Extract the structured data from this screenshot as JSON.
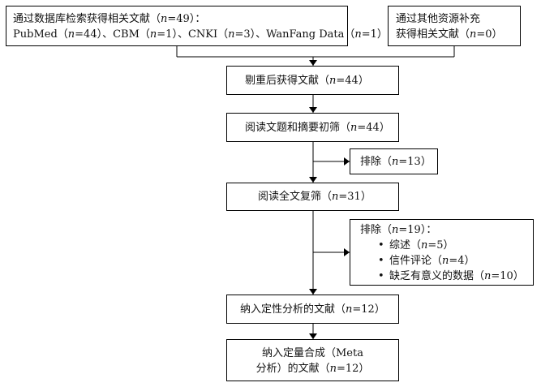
{
  "db_search": {
    "line1": [
      "通过数据库检索获得相关文献（",
      "n",
      "=49）："
    ],
    "line2": [
      "PubMed（",
      "n",
      "=44）、CBM（",
      "n",
      "=1）、CNKI（",
      "n",
      "=3）、WanFang Data（",
      "n",
      "=1）"
    ]
  },
  "other_sources": {
    "line1": "通过其他资源补充",
    "line2": [
      "获得相关文献（",
      "n",
      "=0）"
    ]
  },
  "dedup": [
    "剔重后获得文献（",
    "n",
    "=44）"
  ],
  "screen_title": [
    "阅读文题和摘要初筛（",
    "n",
    "=44）"
  ],
  "excluded1": [
    "排除（",
    "n",
    "=13）"
  ],
  "fulltext": [
    "阅读全文复筛（",
    "n",
    "=31）"
  ],
  "excluded2": {
    "head": [
      "排除（",
      "n",
      "=19）："
    ],
    "items": [
      [
        "综述（",
        "n",
        "=5）"
      ],
      [
        "信件评论（",
        "n",
        "=4）"
      ],
      [
        "缺乏有意义的数据（",
        "n",
        "=10）"
      ]
    ],
    "bullet": "•"
  },
  "qualitative": [
    "纳入定性分析的文献（",
    "n",
    "=12）"
  ],
  "quantitative": {
    "line1": "纳入定量合成（Meta",
    "line2": [
      "分析）的文献（",
      "n",
      "=12）"
    ]
  }
}
